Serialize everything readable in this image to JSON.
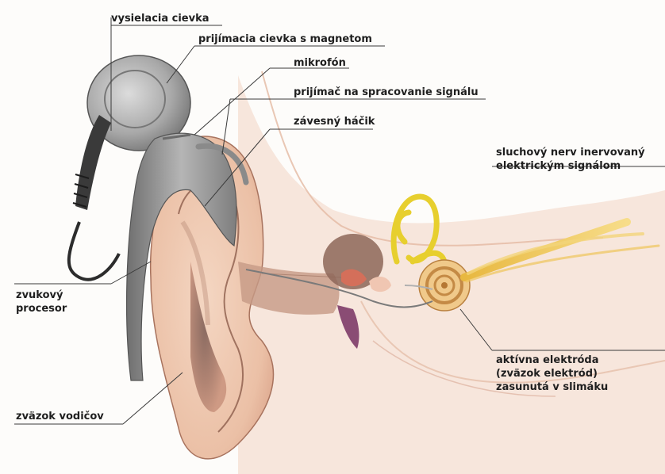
{
  "diagram": {
    "labels": {
      "transmitter_coil": "vysielacia cievka",
      "receiver_coil_magnet": "prijímacia cievka s magnetom",
      "microphone": "mikrofón",
      "signal_receiver": "prijímač na spracovanie signálu",
      "ear_hook": "závesný háčik",
      "auditory_nerve_line1": "sluchový nerv inervovaný",
      "auditory_nerve_line2": "elektrickým signálom",
      "sound_processor_line1": "zvukový",
      "sound_processor_line2": "procesor",
      "active_electrode_line1": "aktívna elektróda",
      "active_electrode_line2": "(zväzok elektród)",
      "active_electrode_line3": "zasunutá v slimáku",
      "lead_bundle": "zväzok vodičov"
    },
    "colors": {
      "skin": "#efc9b0",
      "skin_shadow": "#c98f7a",
      "device_gray": "#9a9a9a",
      "device_dark": "#4a4a4a",
      "canals_yellow": "#e7cf2e",
      "nerve_yellow": "#f3cf5a",
      "label_text": "#1f1f1f",
      "leader_line": "#3a3a3a"
    }
  }
}
